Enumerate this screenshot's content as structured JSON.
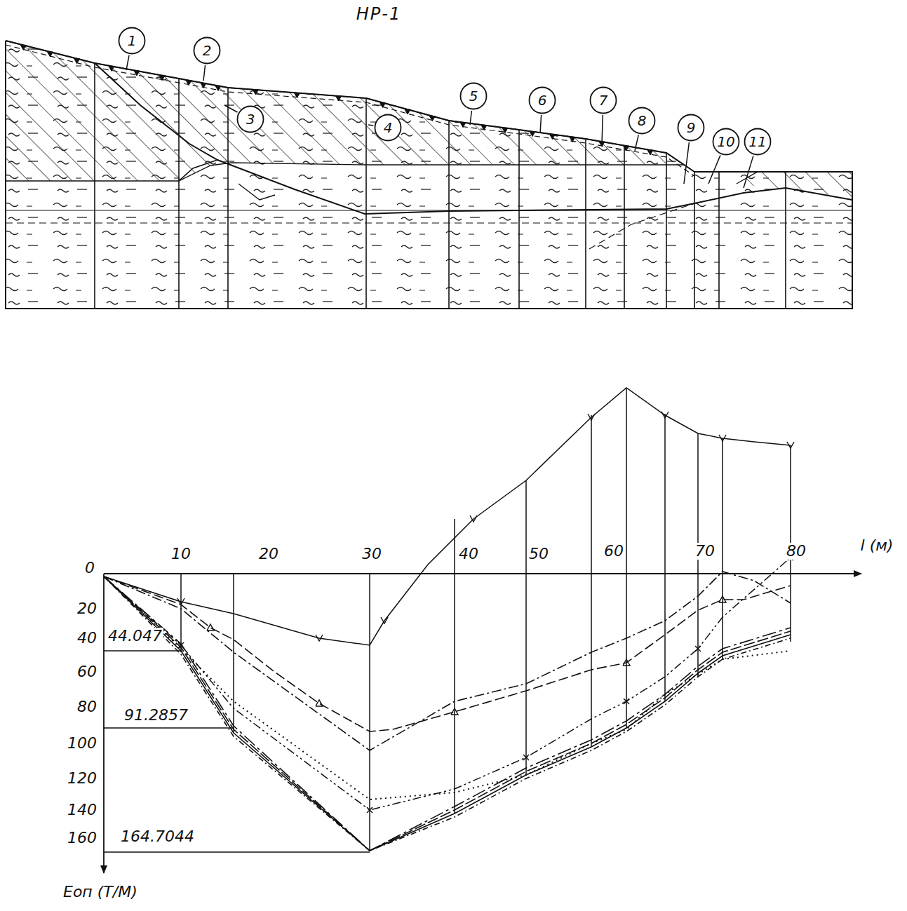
{
  "diagram": {
    "title": "НР-1",
    "nodes": [
      {
        "text": [
          "1"
        ]
      },
      {
        "text": [
          "2"
        ]
      },
      {
        "text": [
          "3"
        ]
      },
      {
        "text": [
          "4"
        ]
      },
      {
        "text": [
          "5"
        ]
      },
      {
        "text": [
          "6"
        ]
      },
      {
        "text": [
          "7"
        ]
      },
      {
        "text": [
          "8"
        ]
      },
      {
        "text": [
          "9"
        ]
      },
      {
        "text": [
          "10"
        ]
      },
      {
        "text": [
          "11"
        ]
      }
    ],
    "labels": [
      "0",
      "10",
      "20",
      "30",
      "40",
      "50",
      "60",
      "70",
      "80",
      "l (м)",
      "20",
      "40",
      "60",
      "80",
      "100",
      "120",
      "140",
      "160",
      "44.047",
      "91.2857",
      "164.7044",
      "Еоп (Т/М)"
    ]
  }
}
